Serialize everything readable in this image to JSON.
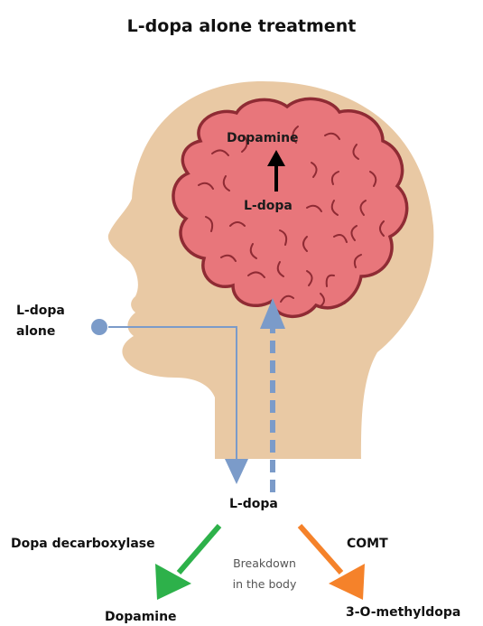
{
  "title": "L-dopa alone treatment",
  "brain": {
    "top_label": "Dopamine",
    "bottom_label": "L-dopa"
  },
  "intake_label": [
    "L-dopa",
    "alone"
  ],
  "center_label": "L-dopa",
  "breakdown_label": [
    "Breakdown",
    "in the body"
  ],
  "left_pathway": {
    "enzyme": "Dopa decarboxylase",
    "product": "Dopamine",
    "color": "#2db14a"
  },
  "right_pathway": {
    "enzyme": "COMT",
    "product": "3-O-methyldopa",
    "color": "#f5822a"
  },
  "colors": {
    "skin": "#e9c9a4",
    "brain_fill": "#e8767b",
    "brain_outline": "#8f2b34",
    "blue": "#7b9bc9"
  }
}
